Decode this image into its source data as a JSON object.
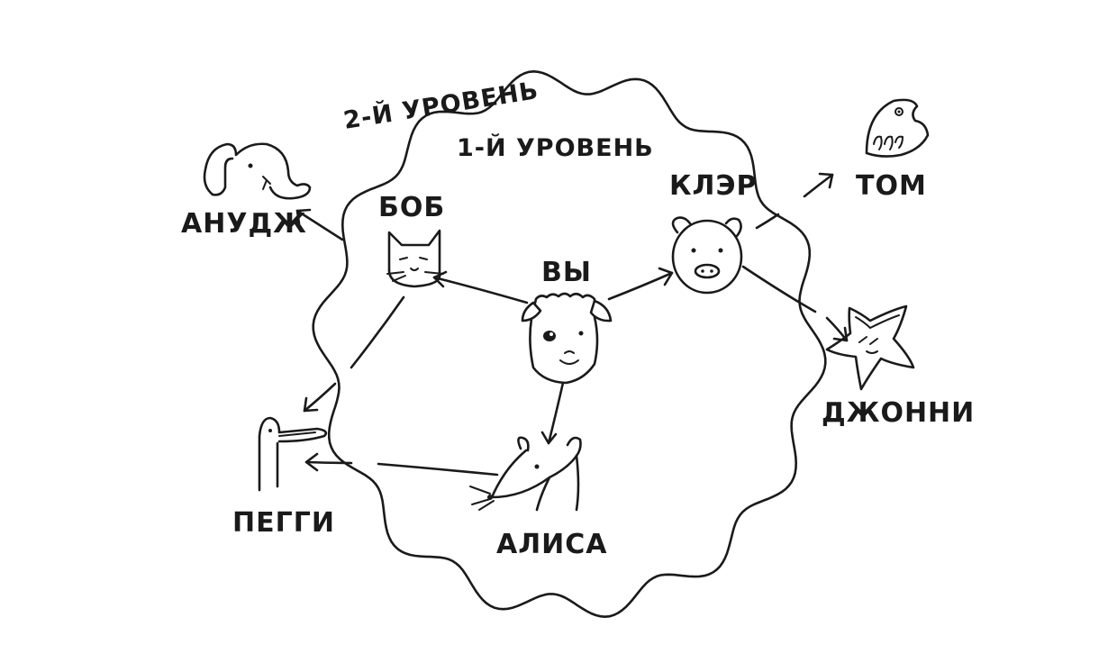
{
  "level_labels": {
    "level1": "1-Й УРОВЕНЬ",
    "level2": "2-Й УРОВЕНЬ"
  },
  "nodes": {
    "you": "ВЫ",
    "bob": "БОБ",
    "claire": "КЛЭР",
    "alice": "АЛИСА",
    "anuj": "АНУДЖ",
    "peggy": "ПЕГГИ",
    "tom": "ТОМ",
    "jonny": "ДЖОННИ"
  },
  "edges": [
    {
      "from": "ВЫ",
      "to": "БОБ"
    },
    {
      "from": "ВЫ",
      "to": "КЛЭР"
    },
    {
      "from": "ВЫ",
      "to": "АЛИСА"
    },
    {
      "from": "БОБ",
      "to": "АНУДЖ"
    },
    {
      "from": "БОБ",
      "to": "ПЕГГИ"
    },
    {
      "from": "АЛИСА",
      "to": "ПЕГГИ"
    },
    {
      "from": "КЛЭР",
      "to": "ТОМ"
    },
    {
      "from": "КЛЭР",
      "to": "ДЖОННИ"
    }
  ],
  "icons": {
    "you": "dog-icon",
    "bob": "cat-icon",
    "claire": "pig-icon",
    "alice": "mouse-icon",
    "anuj": "elephant-icon",
    "peggy": "duck-icon",
    "tom": "fish-icon",
    "jonny": "starfish-icon"
  }
}
